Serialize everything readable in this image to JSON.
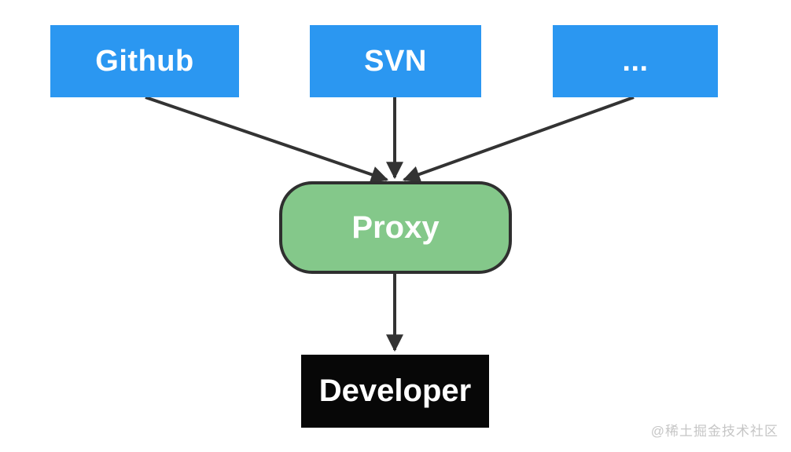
{
  "page": {
    "background": "#ffffff",
    "watermark": "@稀土掘金技术社区"
  },
  "diagram": {
    "sources": [
      {
        "id": "github",
        "label": "Github"
      },
      {
        "id": "svn",
        "label": "SVN"
      },
      {
        "id": "others",
        "label": "..."
      }
    ],
    "proxy": {
      "label": "Proxy"
    },
    "developer": {
      "label": "Developer"
    },
    "edges": [
      {
        "from": "Github",
        "to": "Proxy"
      },
      {
        "from": "SVN",
        "to": "Proxy"
      },
      {
        "from": "...",
        "to": "Proxy"
      },
      {
        "from": "Proxy",
        "to": "Developer"
      }
    ],
    "colors": {
      "source_fill": "#2b97f1",
      "source_text": "#ffffff",
      "proxy_fill": "#84c88a",
      "proxy_border": "#2f2f2f",
      "proxy_text": "#ffffff",
      "developer_fill": "#070707",
      "developer_text": "#ffffff",
      "arrow": "#333333",
      "watermark_text": "#c6c6c6"
    }
  }
}
